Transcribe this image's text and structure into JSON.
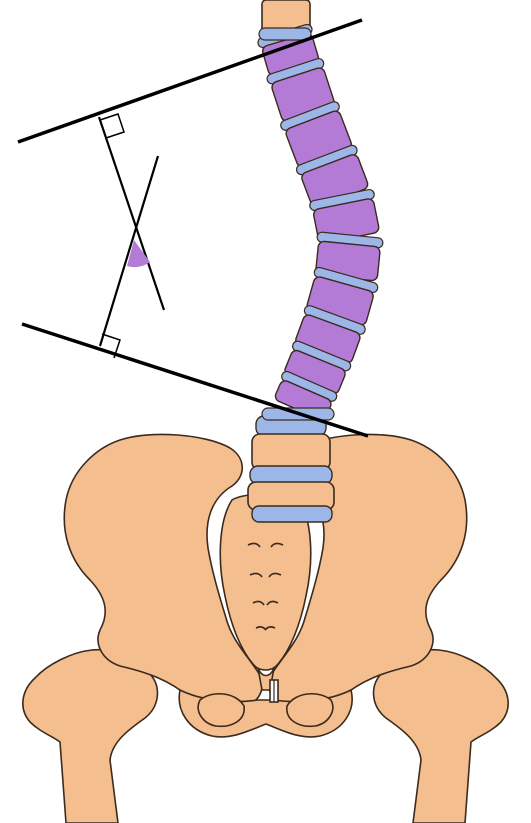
{
  "colors": {
    "background": "#ffffff",
    "bone": "#F4BE8E",
    "bone_shadow": "#D9996A",
    "outline": "#3B2A1E",
    "vertebra_curve": "#B37BD6",
    "vertebra_curve_dark": "#8E56B8",
    "disc": "#9DB6E8",
    "disc_dark": "#6F8FD3",
    "angle_fill": "#B37BD6",
    "line": "#000000"
  },
  "icons": {
    "spine": "spine-illustration",
    "pelvis": "pelvis-illustration",
    "angle_marker": "cobb-angle-marker",
    "right_angle_marker": "right-angle-marker"
  },
  "curve": {
    "curved_vertebrae_count": 10,
    "lumbar_vertebrae_count": 2
  }
}
